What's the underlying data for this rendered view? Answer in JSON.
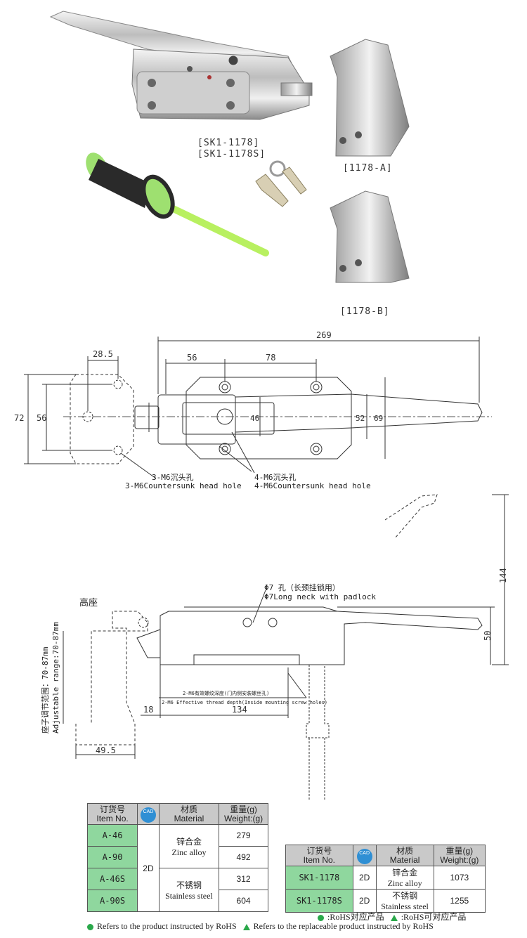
{
  "products": {
    "main_captions": [
      "[SK1-1178]",
      "[SK1-1178S]"
    ],
    "bracket_a": "[1178-A]",
    "bracket_b": "[1178-B]"
  },
  "top_view": {
    "dims": {
      "d269": "269",
      "d28_5": "28.5",
      "d56h": "56",
      "d78": "78",
      "d72": "72",
      "d56v": "56",
      "d46": "46",
      "d52": "52",
      "d69": "69"
    },
    "note_left_cn": "3-M6沉头孔",
    "note_left_en": "3-M6Countersunk head hole",
    "note_right_cn": "4-M6沉头孔",
    "note_right_en": "4-M6Countersunk head hole"
  },
  "side_view": {
    "high_seat": "高座",
    "hole_cn": "Φ7 孔（长颈挂锁用）",
    "hole_en": "Φ7Long neck with padlock",
    "dims": {
      "d144": "144",
      "d50": "50",
      "d18": "18",
      "d134": "134",
      "d49_5": "49.5"
    },
    "thread_cn": "2-M6有效螺纹深度(门内侧安装螺丝孔)",
    "thread_en": "2-M6 Effective thread depth(Inside mounting screw holes)",
    "range_cn": "座子调节范围：70-87mm",
    "range_en": "Adjustable range:70-87mm"
  },
  "table_left": {
    "headers": {
      "item_cn": "订货号",
      "item_en": "Item No.",
      "cad": "CAD",
      "mat_cn": "材质",
      "mat_en": "Material",
      "wt_cn": "重量(g)",
      "wt_en": "Weight:(g)"
    },
    "rows": [
      {
        "item": "A-46",
        "weight": "279"
      },
      {
        "item": "A-90",
        "weight": "492"
      },
      {
        "item": "A-46S",
        "weight": "312"
      },
      {
        "item": "A-90S",
        "weight": "604"
      }
    ],
    "cad_value": "2D",
    "mat_zinc_cn": "锌合金",
    "mat_zinc_en": "Zinc alloy",
    "mat_ss_cn": "不锈钢",
    "mat_ss_en": "Stainless steel"
  },
  "table_right": {
    "rows": [
      {
        "item": "SK1-1178",
        "cad": "2D",
        "mat_cn": "锌合金",
        "mat_en": "Zinc alloy",
        "weight": "1073"
      },
      {
        "item": "SK1-1178S",
        "cad": "2D",
        "mat_cn": "不锈钢",
        "mat_en": "Stainless steel",
        "weight": "1255"
      }
    ]
  },
  "legend": {
    "rohs_cn": ":RoHS对应产品",
    "rohs_alt_cn": ":RoHS可对应产品",
    "rohs_en": "Refers to the product instructed by RoHS",
    "rohs_alt_en": "Refers to the replaceable product instructed by RoHS"
  },
  "colors": {
    "green": "#8fd79e",
    "legend_green": "#2aa84a",
    "cad_blue": "#2f8fd4",
    "header_gray": "#c9c9c9"
  }
}
